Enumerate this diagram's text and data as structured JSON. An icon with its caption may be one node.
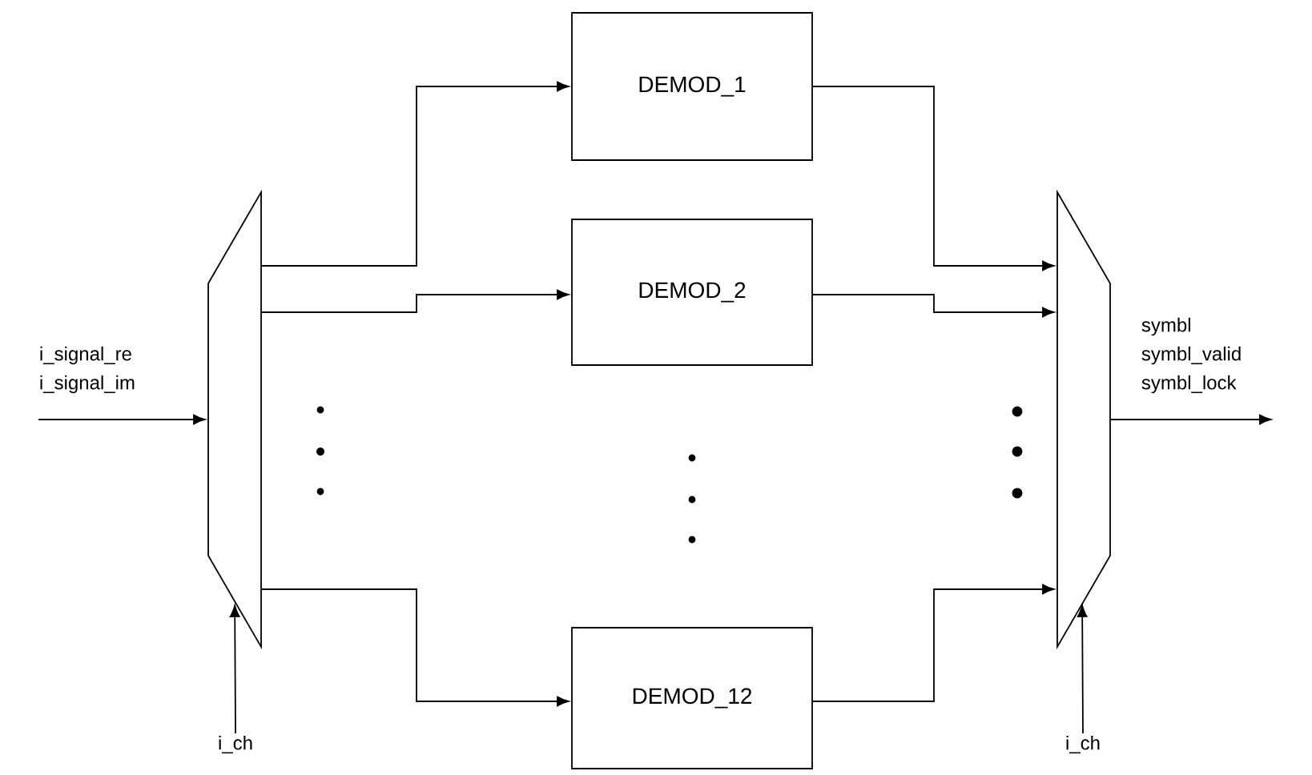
{
  "diagram": {
    "nodes": [
      {
        "text": [],
        "shape": "trapezoid"
      },
      {
        "text": [
          "DEMOD_1"
        ]
      },
      {
        "text": [
          "DEMOD_2"
        ]
      },
      {
        "text": [
          "DEMOD_12"
        ]
      },
      {
        "text": [],
        "shape": "trapezoid"
      },
      {
        "text": [
          "i_ch"
        ]
      },
      {
        "text": [
          "i_ch"
        ]
      }
    ],
    "edges": [
      {
        "from": null,
        "to": 0,
        "arrow": "to"
      },
      {
        "from": 5,
        "to": 0,
        "arrow": "to"
      },
      {
        "from": 0,
        "to": 1,
        "arrow": "to"
      },
      {
        "from": 0,
        "to": 2,
        "arrow": "to"
      },
      {
        "from": 0,
        "to": 3,
        "arrow": "to"
      },
      {
        "from": 1,
        "to": 4,
        "arrow": "to"
      },
      {
        "from": 2,
        "to": 4,
        "arrow": "to"
      },
      {
        "from": 3,
        "to": 4,
        "arrow": "to"
      },
      {
        "from": 6,
        "to": 4,
        "arrow": "to"
      },
      {
        "from": 4,
        "to": null,
        "arrow": "to"
      }
    ],
    "labels": [
      "i_signal_re",
      "i_signal_im",
      "symbl",
      "symbl_valid",
      "symbl_lock"
    ]
  }
}
